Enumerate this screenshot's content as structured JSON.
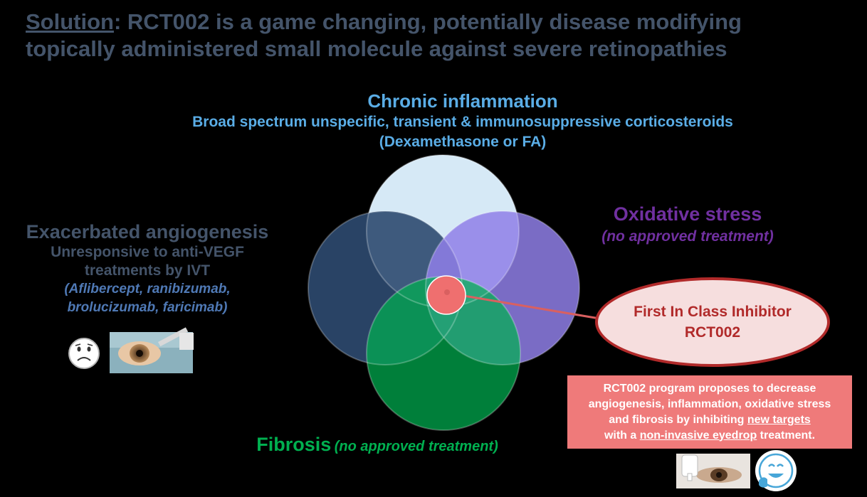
{
  "title": {
    "prefix": "Solution",
    "rest": ": RCT002 is a game changing, potentially disease modifying",
    "line2": "topically administered small molecule against severe retinopathies"
  },
  "chronic": {
    "heading": "Chronic inflammation",
    "line1": "Broad spectrum unspecific, transient & immunosuppressive corticosteroids",
    "line2": "(Dexamethasone or FA)"
  },
  "angiogenesis": {
    "heading": "Exacerbated angiogenesis",
    "line1": "Unresponsive to anti-VEGF",
    "line2": "treatments by IVT",
    "line3": "(Aflibercept, ranibizumab,",
    "line4": "brolucizumab, faricimab)"
  },
  "oxidative": {
    "heading": "Oxidative stress",
    "note": "(no approved treatment)"
  },
  "fibrosis": {
    "heading": "Fibrosis",
    "note": "(no approved treatment)"
  },
  "callout": {
    "line1": "First In Class Inhibitor",
    "line2": "RCT002"
  },
  "banner": {
    "line1": "RCT002 program proposes to decrease",
    "line2": "angiogenesis, inflammation, oxidative stress",
    "line3_a": "and fibrosis by inhibiting ",
    "line3_link": "new targets",
    "line4_a": "with a ",
    "line4_link": "non-invasive eyedrop",
    "line4_b": " treatment."
  },
  "icons": {
    "sad_face": "sad-face-icon",
    "injection_photo": "eye-injection-photo",
    "eyedrop_photo": "eyedrop-photo",
    "happy_face": "happy-face-icon"
  },
  "colors": {
    "chronic": "#5aade6",
    "angiogenesis": "#44546a",
    "oxidative": "#7030a0",
    "fibrosis": "#00b050",
    "callout_border": "#b12a2a",
    "banner": "#ef7a7a"
  }
}
